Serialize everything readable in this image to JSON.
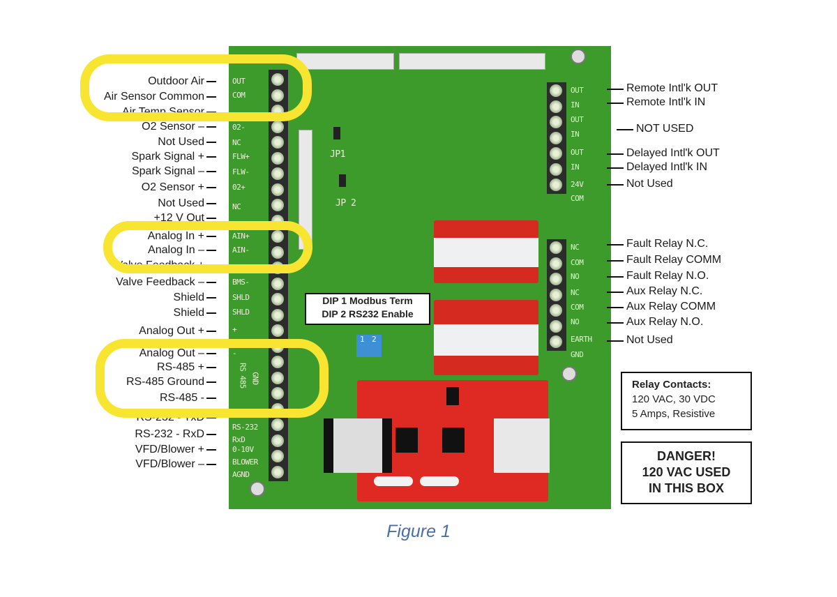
{
  "left_labels": [
    "Outdoor Air",
    "Air Sensor Common",
    "Air Temp Sensor",
    "O2 Sensor –",
    "Not Used",
    "Spark Signal +",
    "Spark Signal –",
    "O2 Sensor +",
    "Not Used",
    "+12 V Out",
    "Analog In +",
    "Analog In –",
    "Valve Feedback +",
    "Valve Feedback –",
    "Shield",
    "Shield",
    "Analog Out +",
    "Analog Out –",
    "RS-485 +",
    "RS-485 Ground",
    "RS-485 -",
    "RS-232 - TxD",
    "RS-232 - RxD",
    "VFD/Blower +",
    "VFD/Blower –"
  ],
  "left_pins": [
    "OUT",
    "COM",
    "02-",
    "NC",
    "FLW+",
    "FLW-",
    "02+",
    "NC",
    "AIN+",
    "AIN-",
    "BMS-",
    "SHLD",
    "SHLD",
    "+",
    "-",
    "GND",
    "RS 485",
    "RS-232",
    "RxD",
    "0-10V",
    "BLOWER",
    "AGND"
  ],
  "right_labels": [
    "Remote Intl'k OUT",
    "Remote Intl'k IN",
    "NOT USED",
    "Delayed Intl'k OUT",
    "Delayed Intl'k IN",
    "Not Used",
    "Fault Relay N.C.",
    "Fault Relay COMM",
    "Fault Relay N.O.",
    "Aux Relay N.C.",
    "Aux Relay COMM",
    "Aux Relay N.O.",
    "Not Used"
  ],
  "right_pins": [
    "OUT",
    "IN",
    "OUT",
    "IN",
    "OUT",
    "IN",
    "24V",
    "COM",
    "NC",
    "COM",
    "NO",
    "NC",
    "COM",
    "NO",
    "EARTH",
    "GND"
  ],
  "jumpers": [
    "JP1",
    "JP 2"
  ],
  "dip_note": [
    "DIP 1 Modbus Term",
    "DIP 2 RS232 Enable"
  ],
  "dip_numbers": [
    "1",
    "2"
  ],
  "relay_box": [
    "Relay Contacts:",
    "120 VAC, 30 VDC",
    "5 Amps, Resistive"
  ],
  "danger_box": [
    "DANGER!",
    "120 VAC USED",
    "IN THIS BOX"
  ],
  "caption": "Figure 1",
  "colors": {
    "board": "#3d9b2c",
    "highlight": "#f7e531",
    "relay": "#d42a1f",
    "caption": "#4a6fa5"
  }
}
